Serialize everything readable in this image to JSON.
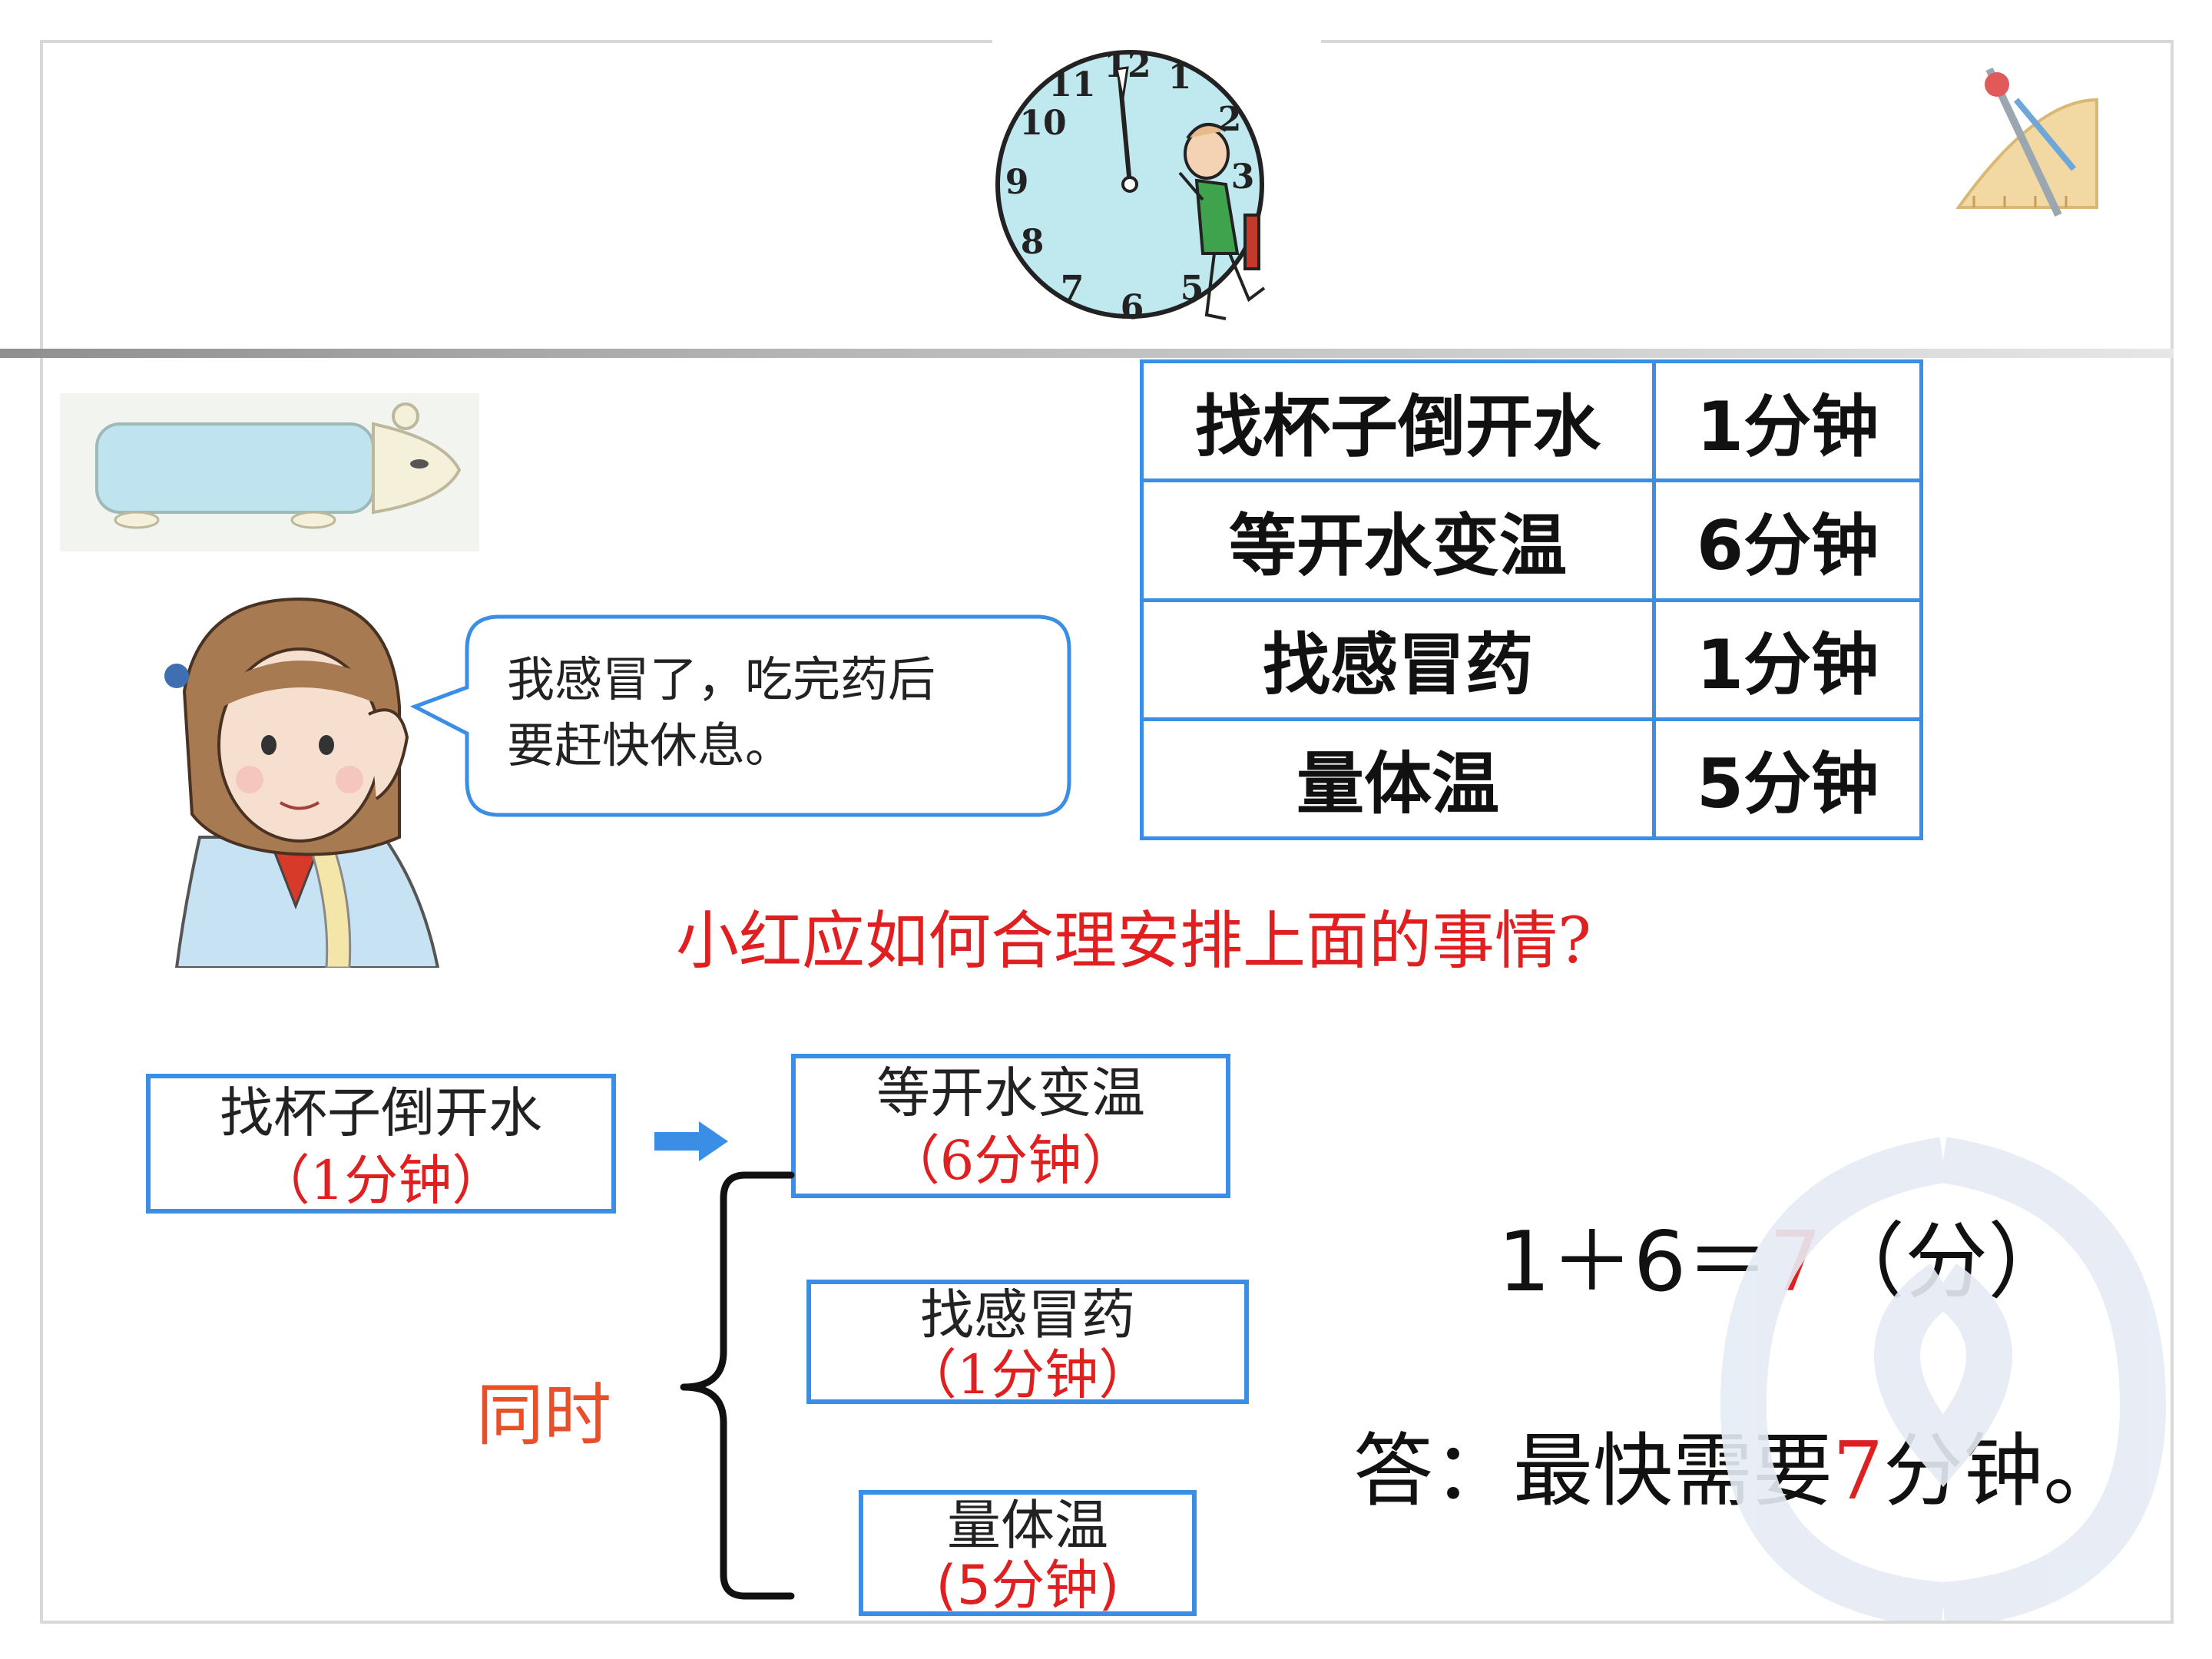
{
  "table": {
    "rows": [
      {
        "task": "找杯子倒开水",
        "time": "1分钟"
      },
      {
        "task": "等开水变温",
        "time": "6分钟"
      },
      {
        "task": "找感冒药",
        "time": "1分钟"
      },
      {
        "task": "量体温",
        "time": "5分钟"
      }
    ]
  },
  "speech": {
    "line1": "我感冒了，吃完药后",
    "line2": "要赶快休息。"
  },
  "question": "小红应如何合理安排上面的事情?",
  "flow": {
    "first": {
      "name": "找杯子倒开水",
      "duration": "（1分钟）"
    },
    "parallel": [
      {
        "name": "等开水变温",
        "duration": "（6分钟）"
      },
      {
        "name": "找感冒药",
        "duration": "（1分钟）"
      },
      {
        "name": "量体温",
        "duration": "(5分钟)"
      }
    ],
    "simultaneous_label": "同时"
  },
  "equation": {
    "lhs": "1＋6＝",
    "result": "7",
    "unit": "（分）"
  },
  "answer": {
    "prefix": "答：最快需要",
    "value": "7",
    "suffix": "分钟。"
  },
  "colors": {
    "accent_blue": "#3a8ee6",
    "highlight_red": "#e02020",
    "orange_label": "#e8502a"
  }
}
